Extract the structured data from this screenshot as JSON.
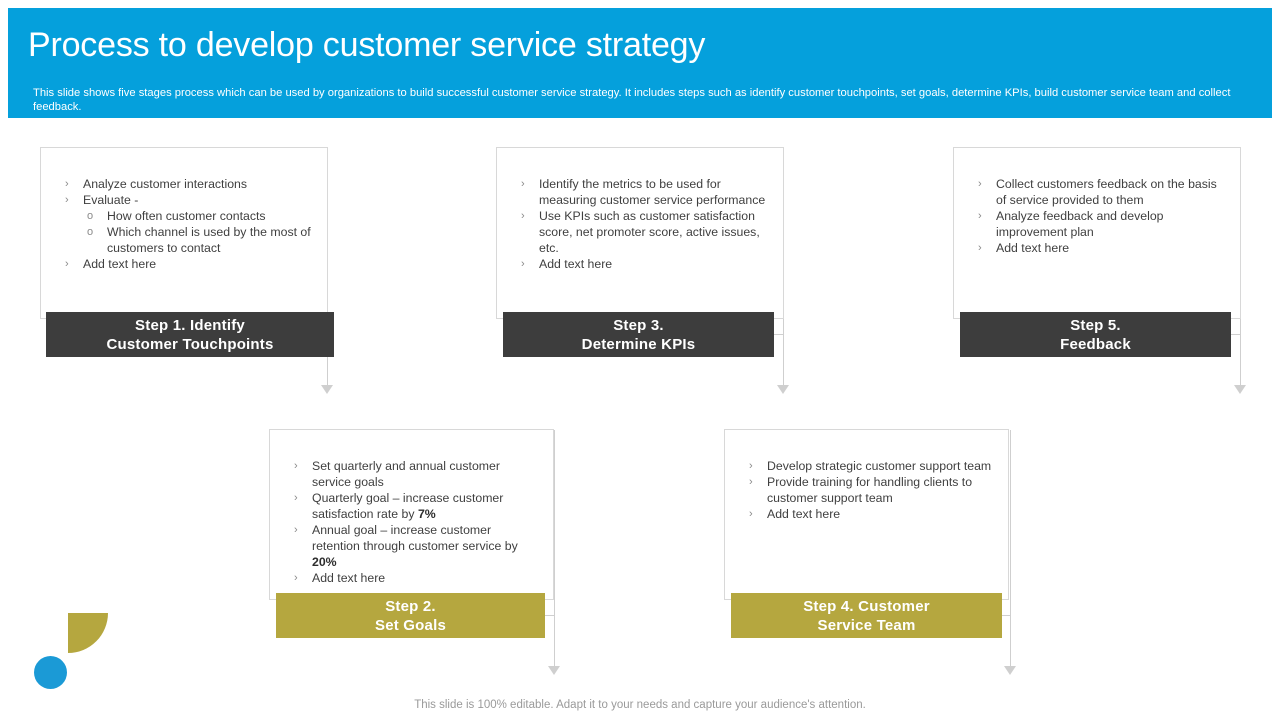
{
  "header": {
    "title": "Process to develop customer service strategy",
    "subtitle": "This slide shows five stages process which can be used by organizations to build successful customer service strategy. It includes steps such as identify customer touchpoints, set goals, determine KPIs, build customer service team and collect feedback.",
    "background_color": "#05a0dc"
  },
  "colors": {
    "header_blue": "#05a0dc",
    "dark_bar": "#3d3d3d",
    "gold_bar": "#b5a73f",
    "accent_circle_blue": "#1b9ad6",
    "connector_gray": "#cfcfcf",
    "card_border": "#d8d8d8"
  },
  "steps": [
    {
      "id": "step-1",
      "label_line1": "Step 1. Identify",
      "label_line2": "Customer Touchpoints",
      "label_style": "dark",
      "bullets": [
        {
          "text": "Analyze customer interactions"
        },
        {
          "text": "Evaluate -",
          "sub": [
            "How often customer contacts",
            "Which channel is used by the most of customers to contact"
          ]
        },
        {
          "text": "Add text here"
        }
      ]
    },
    {
      "id": "step-2",
      "label_line1": "Step 2.",
      "label_line2": "Set Goals",
      "label_style": "gold",
      "bullets": [
        {
          "text": "Set quarterly and annual customer service goals"
        },
        {
          "pre": "Quarterly goal – increase customer satisfaction rate by ",
          "strong": "7%",
          "post": ""
        },
        {
          "pre": "Annual goal – increase customer retention through customer service by ",
          "strong": "20%",
          "post": ""
        },
        {
          "text": "Add text here"
        }
      ]
    },
    {
      "id": "step-3",
      "label_line1": "Step 3.",
      "label_line2": "Determine KPIs",
      "label_style": "dark",
      "bullets": [
        {
          "text": "Identify the metrics to be used for measuring customer service performance"
        },
        {
          "text": "Use KPIs such as customer satisfaction score, net promoter score, active issues, etc."
        },
        {
          "text": "Add text here"
        }
      ]
    },
    {
      "id": "step-4",
      "label_line1": "Step 4. Customer",
      "label_line2": "Service Team",
      "label_style": "gold",
      "bullets": [
        {
          "text": "Develop strategic customer support team"
        },
        {
          "text": "Provide training for handling clients to customer support team"
        },
        {
          "text": "Add text here"
        }
      ]
    },
    {
      "id": "step-5",
      "label_line1": "Step 5.",
      "label_line2": "Feedback",
      "label_style": "dark",
      "bullets": [
        {
          "text": "Collect customers feedback on the basis of service provided to them"
        },
        {
          "text": "Analyze feedback and develop improvement plan"
        },
        {
          "text": "Add text here"
        }
      ]
    }
  ],
  "bullet_glyphs": {
    "level1": "›",
    "level2": "o"
  },
  "footer": {
    "note": "This slide is 100% editable. Adapt it to your needs and capture your audience's attention."
  }
}
